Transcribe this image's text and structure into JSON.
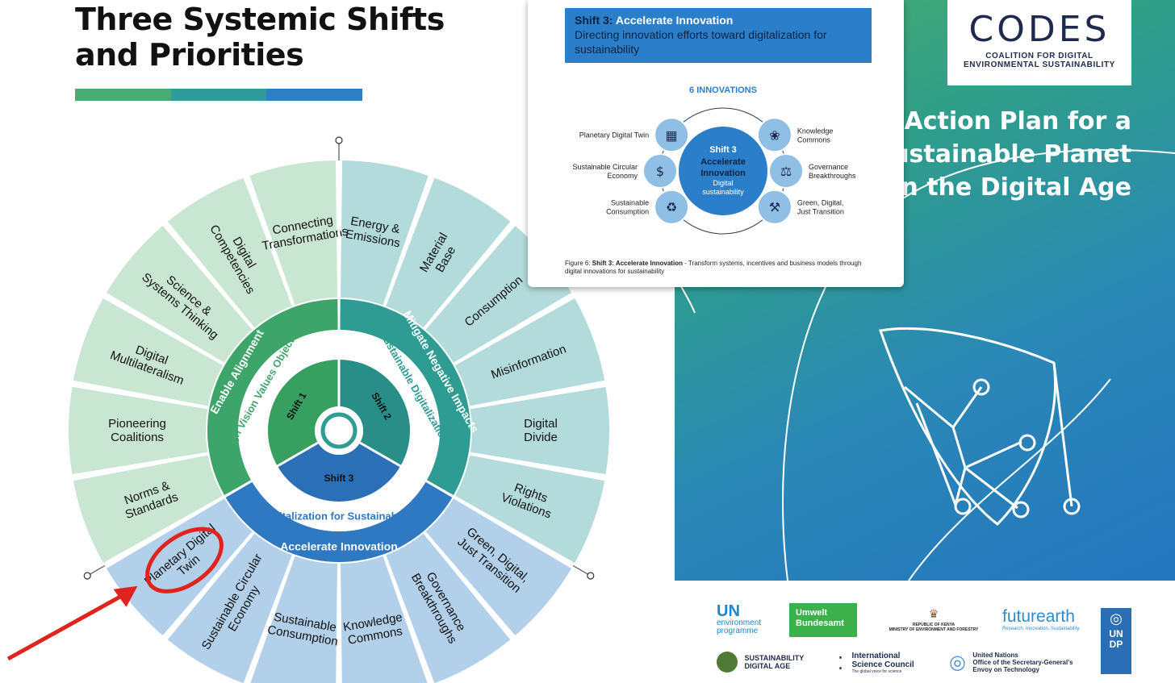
{
  "left": {
    "title": "Three Systemic Shifts and Priorities",
    "title_bar_colors": [
      "#4aaa72",
      "#2f9b9b",
      "#2f7fc4"
    ],
    "center": {
      "shift1_label": "Shift 1",
      "shift2_label": "Shift 2",
      "shift3_label": "Shift 3",
      "ring_shift1": "Align Vision Values Objectives",
      "ring_shift2": "Sustainable Digitalization",
      "ring_shift3": "Digitalization for Sustainability",
      "outer_shift1": "Enable Alignment",
      "outer_shift2": "Mitigate Negative Impacts",
      "outer_shift3": "Accelerate Innovation"
    },
    "priorities": [
      {
        "label": "Connecting Transformations",
        "shift": 1
      },
      {
        "label": "Digital Competencies",
        "shift": 1
      },
      {
        "label": "Science & Systems Thinking",
        "shift": 1
      },
      {
        "label": "Digital Multilateralism",
        "shift": 1
      },
      {
        "label": "Pioneering Coalitions",
        "shift": 1
      },
      {
        "label": "Norms & Standards",
        "shift": 1
      },
      {
        "label": "Energy & Emissions",
        "shift": 2
      },
      {
        "label": "Material Base",
        "shift": 2
      },
      {
        "label": "Consumption",
        "shift": 2
      },
      {
        "label": "Misinformation",
        "shift": 2
      },
      {
        "label": "Digital Divide",
        "shift": 2
      },
      {
        "label": "Rights Violations",
        "shift": 2
      },
      {
        "label": "Green, Digital, Just Transition",
        "shift": 3
      },
      {
        "label": "Governance Breakthroughs",
        "shift": 3
      },
      {
        "label": "Knowledge Commons",
        "shift": 3
      },
      {
        "label": "Sustainable Consumption",
        "shift": 3
      },
      {
        "label": "Sustainable Circular Economy",
        "shift": 3
      },
      {
        "label": "Planetary Digital Twin",
        "shift": 3
      }
    ],
    "highlight": "Planetary Digital Twin",
    "colors": {
      "shift1": "#3fa66b",
      "shift2": "#2f9c93",
      "shift3": "#2f78c2",
      "annotation": "#e0241d"
    }
  },
  "figure": {
    "header_shift": "Shift 3:",
    "header_title": "Accelerate Innovation",
    "header_subtitle": "Directing innovation efforts toward digitalization for sustainability",
    "innovations_title": "6 INNOVATIONS",
    "hub_line1": "Shift 3",
    "hub_line2": "Accelerate",
    "hub_line3": "Innovation",
    "hub_line4": "Digital",
    "hub_line5": "sustainability",
    "nodes": [
      {
        "label": "Planetary Digital Twin",
        "icon": "globe-grid-icon"
      },
      {
        "label": "Knowledge Commons",
        "icon": "brain-icon"
      },
      {
        "label": "Sustainable Circular Economy",
        "icon": "circular-dollar-icon"
      },
      {
        "label": "Governance Breakthroughs",
        "icon": "scales-icon"
      },
      {
        "label": "Sustainable Consumption",
        "icon": "recycle-icon"
      },
      {
        "label": "Green, Digital, Just Transition",
        "icon": "hammer-plant-icon"
      }
    ],
    "caption_prefix": "Figure 6: ",
    "caption_bold": "Shift 3: Accelerate Innovation",
    "caption_rest": " - Transform systems, incentives and business models through digital innovations for sustainability"
  },
  "cover": {
    "logo_text": "CODES",
    "logo_subtitle_1": "COALITION FOR DIGITAL",
    "logo_subtitle_2": "ENVIRONMENTAL SUSTAINABILITY",
    "title_line1": "Action Plan for a",
    "title_line2": "Sustainable Planet",
    "title_line3": "in the Digital Age",
    "partners": {
      "unep_1": "UN",
      "unep_2": "environment",
      "unep_3": "programme",
      "umwelt_1": "Umwelt",
      "umwelt_2": "Bundesamt",
      "kenya_1": "REPUBLIC OF KENYA",
      "kenya_2": "MINISTRY OF ENVIRONMENT AND FORESTRY",
      "futurearth_1": "futurearth",
      "futurearth_2": "Research. Innovation. Sustainability.",
      "undp": "UNDP",
      "sda_1": "SUSTAINABILITY",
      "sda_2": "DIGITAL AGE",
      "isc_1": "International",
      "isc_2": "Science Council",
      "isc_3": "The global voice for science",
      "un_tech_1": "United Nations",
      "un_tech_2": "Office of the Secretary-General's",
      "un_tech_3": "Envoy on Technology"
    }
  }
}
